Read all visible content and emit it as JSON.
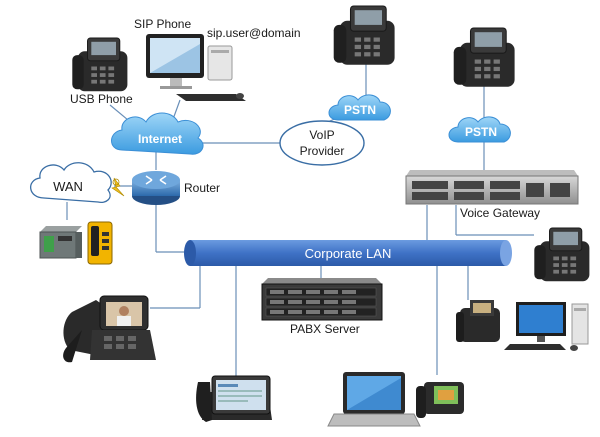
{
  "labels": {
    "sip_phone": "SIP Phone",
    "sip_user": "sip.user@domain",
    "usb_phone": "USB Phone",
    "internet": "Internet",
    "pstn_left": "PSTN",
    "pstn_right": "PSTN",
    "voip_line1": "VoIP",
    "voip_line2": "Provider",
    "wan": "WAN",
    "router": "Router",
    "voice_gateway": "Voice Gateway",
    "corporate_lan": "Corporate LAN",
    "pabx_server": "PABX Server"
  },
  "colors": {
    "link": "#6a8fb8",
    "cloud_fill": "#5fb3ea",
    "lan_fill": "#3f72c6",
    "voip_border": "#3a6ea5",
    "router_fill": "#3f7fbf",
    "device_dark": "#2b2b2b"
  },
  "icons": [
    "desk-phone-icon",
    "computer-icon",
    "router-icon",
    "cloud-icon",
    "server-icon",
    "gateway-icon",
    "laptop-icon",
    "video-phone-icon",
    "pbx-box-icon"
  ]
}
